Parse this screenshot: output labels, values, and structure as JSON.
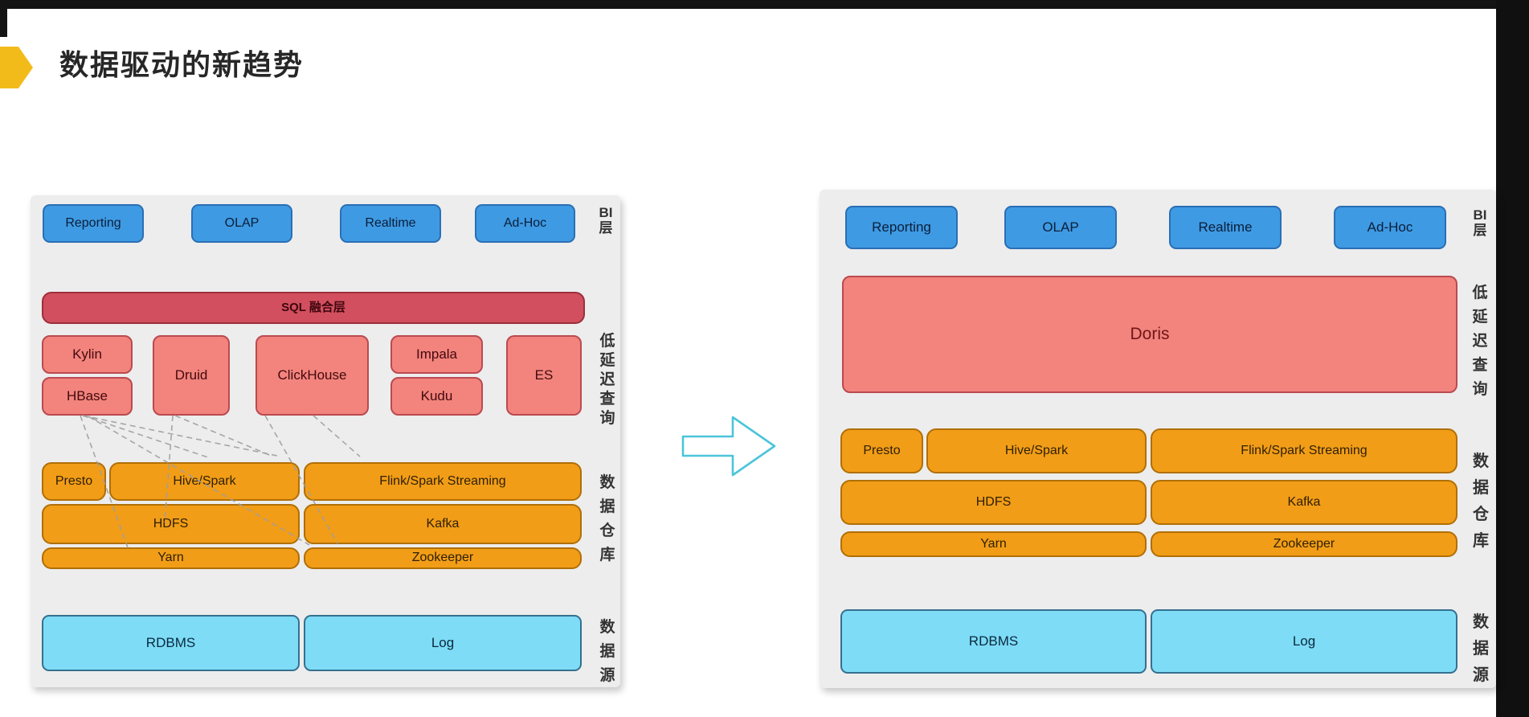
{
  "title": "数据驱动的新趋势",
  "labels": {
    "bi": "BI层",
    "low_latency": "低延迟查询",
    "warehouse": "数据仓库",
    "source": "数据源"
  },
  "left": {
    "bi": {
      "items": [
        "Reporting",
        "OLAP",
        "Realtime",
        "Ad-Hoc"
      ]
    },
    "sql_layer": "SQL 融合层",
    "low_latency": {
      "kylin": "Kylin",
      "hbase": "HBase",
      "druid": "Druid",
      "clickhouse": "ClickHouse",
      "impala": "Impala",
      "kudu": "Kudu",
      "es": "ES"
    },
    "warehouse": {
      "presto": "Presto",
      "hive_spark": "Hive/Spark",
      "flink": "Flink/Spark Streaming",
      "hdfs": "HDFS",
      "kafka": "Kafka",
      "yarn": "Yarn",
      "zookeeper": "Zookeeper"
    },
    "source": {
      "rdbms": "RDBMS",
      "log": "Log"
    }
  },
  "right": {
    "bi": {
      "items": [
        "Reporting",
        "OLAP",
        "Realtime",
        "Ad-Hoc"
      ]
    },
    "low_latency": {
      "doris": "Doris"
    },
    "warehouse": {
      "presto": "Presto",
      "hive_spark": "Hive/Spark",
      "flink": "Flink/Spark Streaming",
      "hdfs": "HDFS",
      "kafka": "Kafka",
      "yarn": "Yarn",
      "zookeeper": "Zookeeper"
    },
    "source": {
      "rdbms": "RDBMS",
      "log": "Log"
    }
  },
  "colors": {
    "bi_box": "#3e9ae3",
    "sql_bar": "#d14f5e",
    "low_latency_box": "#f2847d",
    "warehouse_box": "#f29d17",
    "source_box": "#7edcf7",
    "panel": "#ededed",
    "marker": "#f3bb1a",
    "arrow": "#4cc5d9",
    "top_bar": "#141414"
  }
}
